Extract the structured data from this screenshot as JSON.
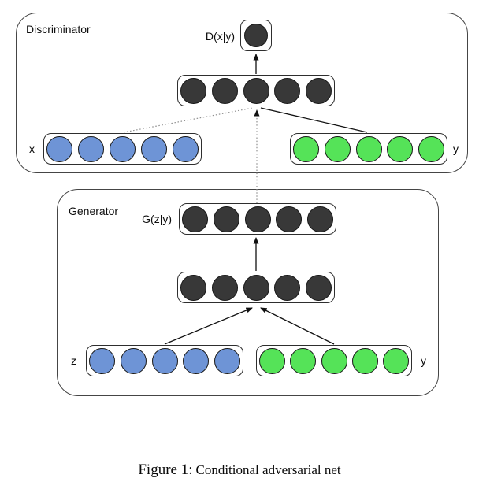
{
  "colors": {
    "blue": "#6E94D6",
    "green": "#55E358",
    "dark": "#383838"
  },
  "discriminator": {
    "label": "Discriminator",
    "output_label": "D(x|y)",
    "x_label": "x",
    "y_label": "y",
    "layers": {
      "output_count": 1,
      "hidden_count": 5,
      "x_count": 5,
      "y_count": 5
    }
  },
  "generator": {
    "label": "Generator",
    "output_label": "G(z|y)",
    "z_label": "z",
    "y_label": "y",
    "layers": {
      "output_count": 5,
      "hidden_count": 5,
      "z_count": 5,
      "y_count": 5
    }
  },
  "caption": {
    "prefix": "Figure 1:",
    "text": "Conditional adversarial net"
  }
}
